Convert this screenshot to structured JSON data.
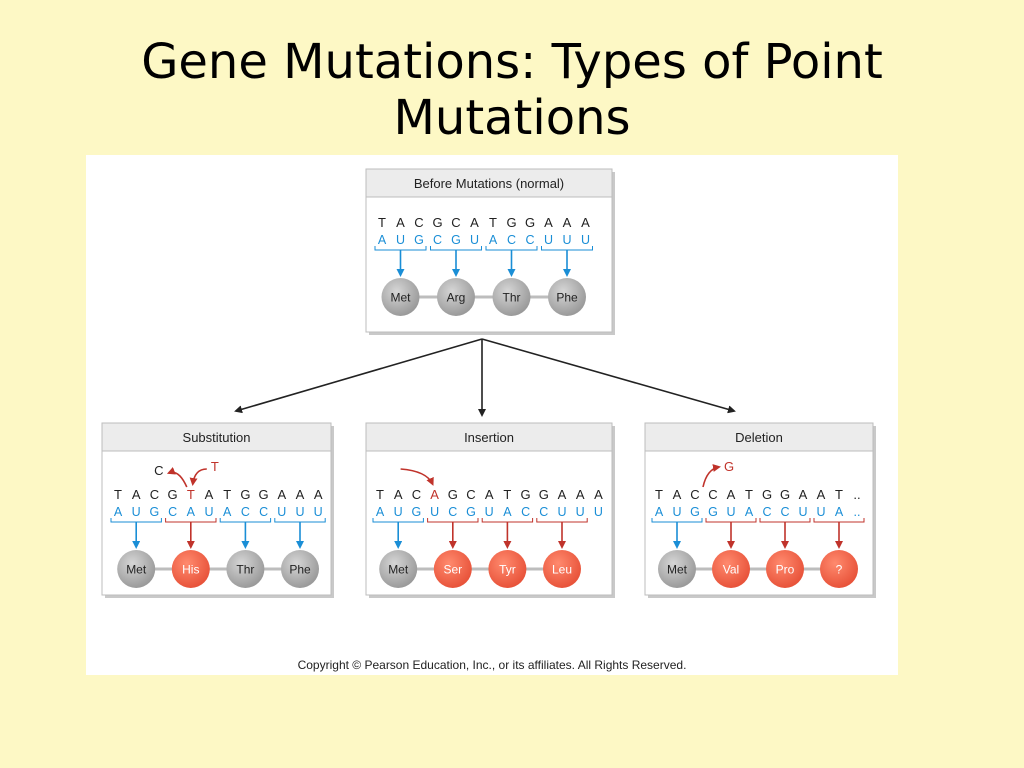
{
  "slide": {
    "title_line1": "Gene Mutations: Types of Point",
    "title_line2": "Mutations"
  },
  "colors": {
    "background": "#fdf8c5",
    "normal_arrow": "#1a8ed6",
    "mutant_arrow": "#c0332b",
    "normal_protein": "#9a9a9a",
    "mutant_protein": "#e8533a"
  },
  "panels": [
    {
      "id": "normal",
      "title": "Before Mutations (normal)",
      "dna": [
        "T",
        "A",
        "C",
        "G",
        "C",
        "A",
        "T",
        "G",
        "G",
        "A",
        "A",
        "A"
      ],
      "mrna": [
        "A",
        "U",
        "G",
        "C",
        "G",
        "U",
        "A",
        "C",
        "C",
        "U",
        "U",
        "U"
      ],
      "mutant_dna_index": [],
      "codon_status": [
        "normal",
        "normal",
        "normal",
        "normal"
      ],
      "proteins": [
        {
          "label": "Met",
          "status": "normal"
        },
        {
          "label": "Arg",
          "status": "normal"
        },
        {
          "label": "Thr",
          "status": "normal"
        },
        {
          "label": "Phe",
          "status": "normal"
        }
      ],
      "annotations": []
    },
    {
      "id": "substitution",
      "title": "Substitution",
      "dna": [
        "T",
        "A",
        "C",
        "G",
        "T",
        "A",
        "T",
        "G",
        "G",
        "A",
        "A",
        "A"
      ],
      "mrna": [
        "A",
        "U",
        "G",
        "C",
        "A",
        "U",
        "A",
        "C",
        "C",
        "U",
        "U",
        "U"
      ],
      "mutant_dna_index": [
        4
      ],
      "codon_status": [
        "normal",
        "mutant",
        "normal",
        "normal"
      ],
      "proteins": [
        {
          "label": "Met",
          "status": "normal"
        },
        {
          "label": "His",
          "status": "mutant"
        },
        {
          "label": "Thr",
          "status": "normal"
        },
        {
          "label": "Phe",
          "status": "normal"
        }
      ],
      "annotations": [
        {
          "label": "C",
          "kind": "out"
        },
        {
          "label": "T",
          "kind": "in"
        }
      ]
    },
    {
      "id": "insertion",
      "title": "Insertion",
      "dna": [
        "T",
        "A",
        "C",
        "A",
        "G",
        "C",
        "A",
        "T",
        "G",
        "G",
        "A",
        "A",
        "A"
      ],
      "mrna": [
        "A",
        "U",
        "G",
        "U",
        "C",
        "G",
        "U",
        "A",
        "C",
        "C",
        "U",
        "U",
        "U"
      ],
      "mutant_dna_index": [
        3
      ],
      "codon_status": [
        "normal",
        "mutant",
        "mutant",
        "mutant"
      ],
      "proteins": [
        {
          "label": "Met",
          "status": "normal"
        },
        {
          "label": "Ser",
          "status": "mutant"
        },
        {
          "label": "Tyr",
          "status": "mutant"
        },
        {
          "label": "Leu",
          "status": "mutant"
        }
      ],
      "annotations": []
    },
    {
      "id": "deletion",
      "title": "Deletion",
      "dna": [
        "T",
        "A",
        "C",
        "C",
        "A",
        "T",
        "G",
        "G",
        "A",
        "A",
        "T",
        ".."
      ],
      "mrna": [
        "A",
        "U",
        "G",
        "G",
        "U",
        "A",
        "C",
        "C",
        "U",
        "U",
        "A",
        ".."
      ],
      "mutant_dna_index": [],
      "codon_status": [
        "normal",
        "mutant",
        "mutant",
        "mutant"
      ],
      "proteins": [
        {
          "label": "Met",
          "status": "normal"
        },
        {
          "label": "Val",
          "status": "mutant"
        },
        {
          "label": "Pro",
          "status": "mutant"
        },
        {
          "label": "?",
          "status": "mutant"
        }
      ],
      "annotations": [
        {
          "label": "G",
          "kind": "out"
        }
      ]
    }
  ],
  "copyright": "Copyright © Pearson Education, Inc., or its affiliates.  All Rights Reserved."
}
